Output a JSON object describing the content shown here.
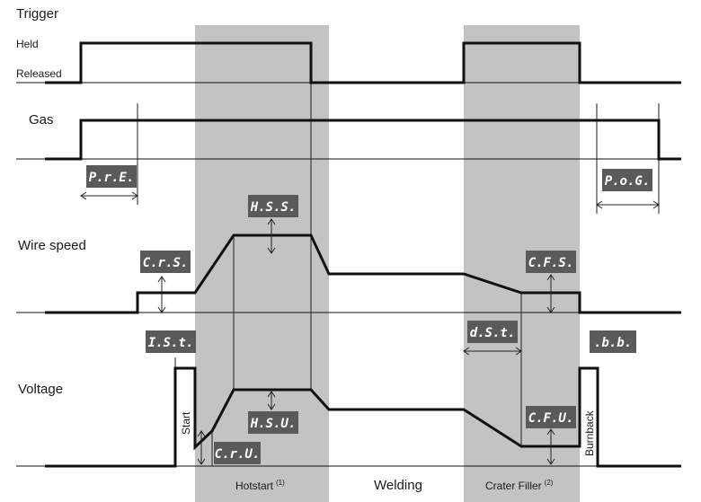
{
  "signals": {
    "trigger": "Trigger",
    "held": "Held",
    "released": "Released",
    "gas": "Gas",
    "wire_speed": "Wire speed",
    "voltage": "Voltage"
  },
  "phases": {
    "hotstart": "Hotstart",
    "hotstart_note": "(1)",
    "welding": "Welding",
    "crater_filler": "Crater Filler",
    "crater_note": "(2)"
  },
  "vertical_labels": {
    "start": "Start",
    "burnback": "Burnback"
  },
  "parameters": {
    "pre": "P.r.E.",
    "pog": "P.o.G.",
    "hss": "H.S.S.",
    "crs": "C.r.S.",
    "cfs": "C.F.S.",
    "ist": "I.S.t.",
    "dst": "d.S.t.",
    "bb": ".b.b.",
    "hsu": "H.S.U.",
    "cru": "C.r.U.",
    "cfu": "C.F.U."
  },
  "colors": {
    "phase_band": "#c3c3c3",
    "tag_bg": "#5a5a5a",
    "line": "#111111"
  }
}
